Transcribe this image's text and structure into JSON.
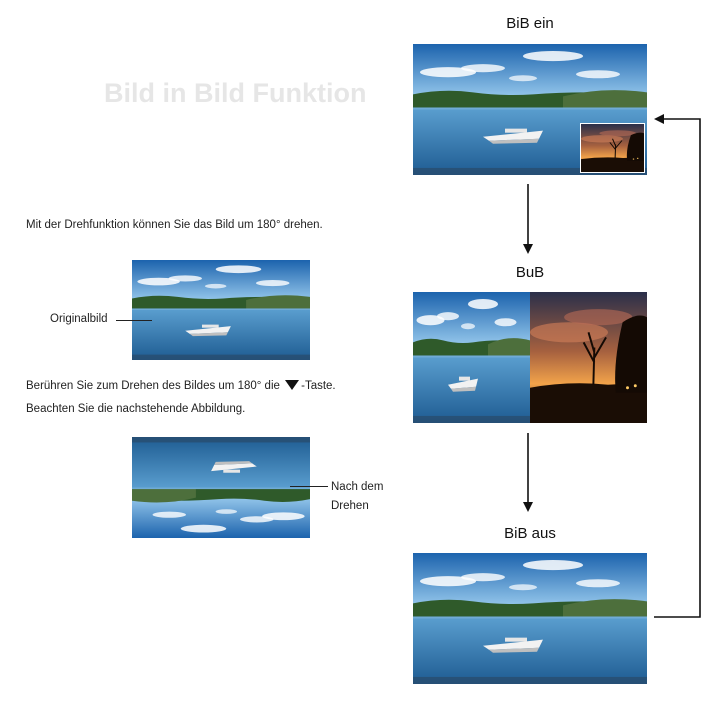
{
  "title": "Bild in Bild Funktion",
  "left": {
    "rotate_intro": "Mit der Drehfunktion können Sie das Bild um 180° drehen.",
    "original_label": "Originalbild",
    "instruction_before": "Berühren Sie zum Drehen des Bildes um 180° die ",
    "instruction_after": "-Taste.",
    "instruction_line2": "Beachten Sie die nachstehende Abbildung.",
    "rotated_label_line1": "Nach dem",
    "rotated_label_line2": "Drehen",
    "key_icon": "down-triangle-icon"
  },
  "modes": {
    "pip_on": "BiB ein",
    "pap": "BuB",
    "pip_off": "BiB aus"
  },
  "colors": {
    "sky_top": "#1f6fb8",
    "sky_bottom": "#8cc4ea",
    "water": "#3f86bf",
    "sunset": "#c9703a"
  }
}
